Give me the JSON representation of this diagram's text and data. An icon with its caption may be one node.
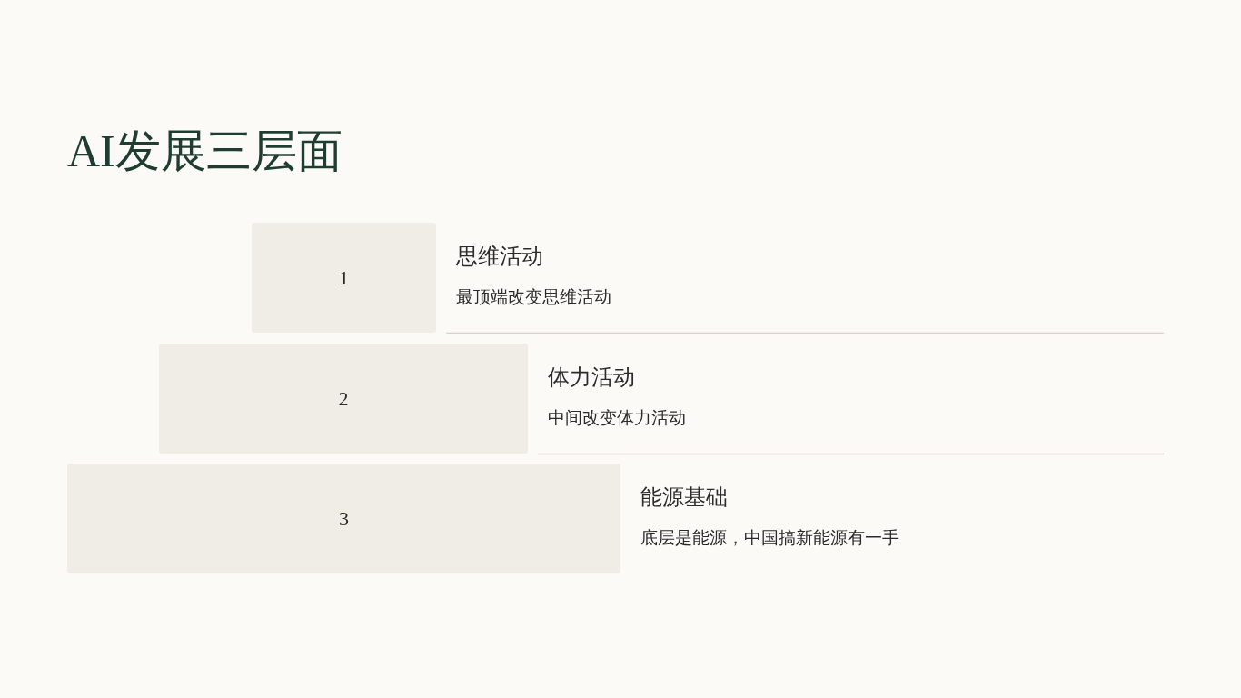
{
  "diagram": {
    "title": "AI发展三层面",
    "nodes": [
      {
        "text": [
          "1"
        ],
        "beside": [
          "思维活动",
          "最顶端改变思维活动"
        ]
      },
      {
        "text": [
          "2"
        ],
        "beside": [
          "体力活动",
          "中间改变体力活动"
        ]
      },
      {
        "text": [
          "3"
        ],
        "beside": [
          "能源基础",
          "底层是能源，中国搞新能源有一手"
        ]
      }
    ]
  }
}
